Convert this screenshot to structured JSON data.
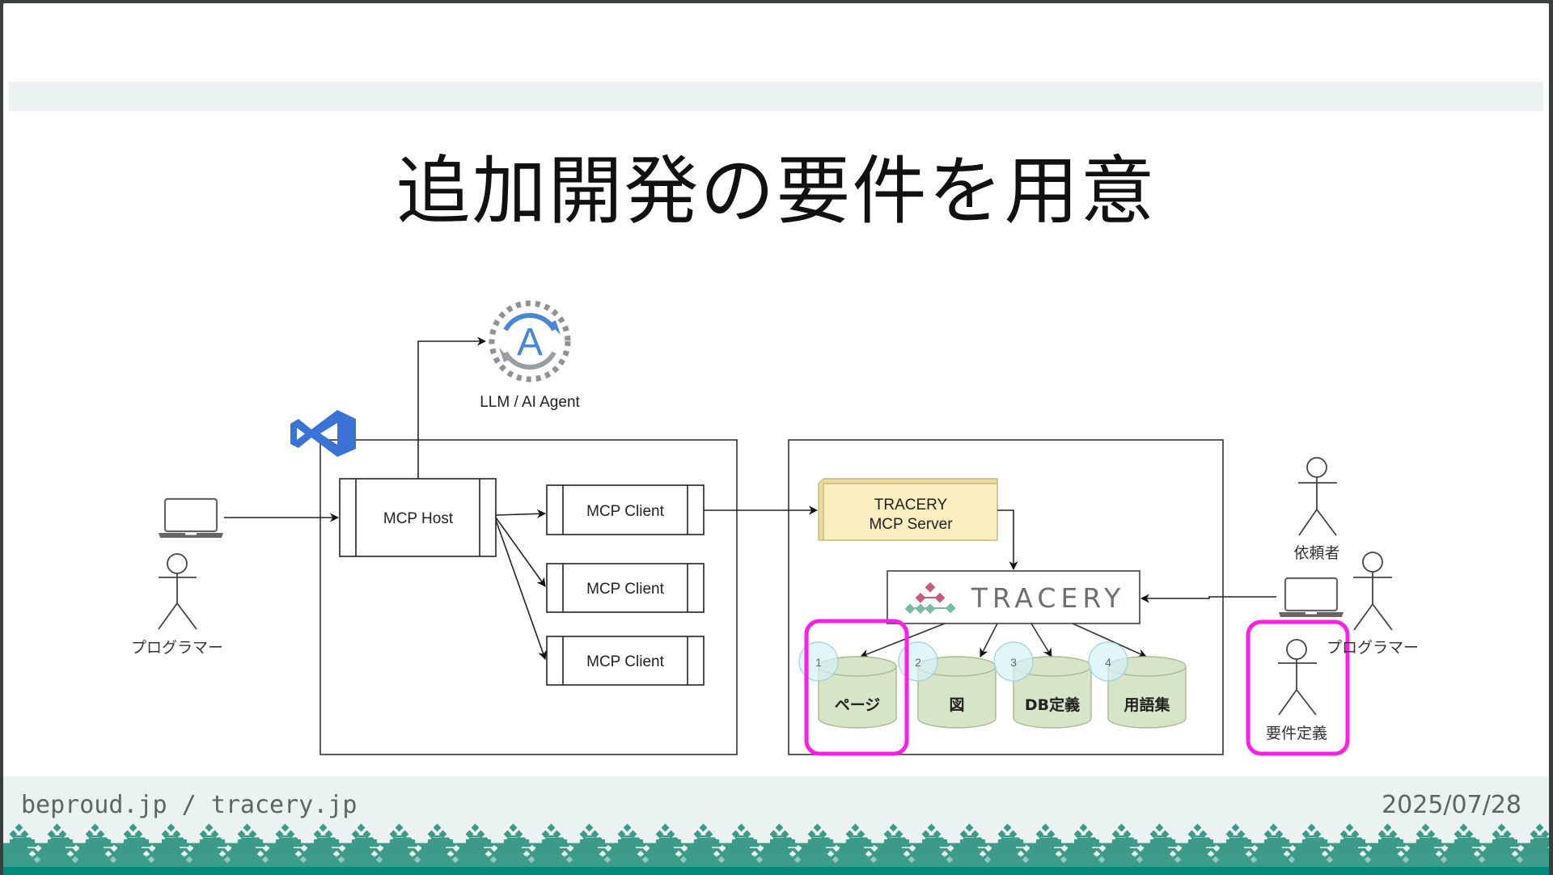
{
  "slide": {
    "title": "追加開発の要件を用意",
    "footer_left": "beproud.jp / tracery.jp",
    "footer_right": "2025/07/28"
  },
  "diagram": {
    "agent": {
      "label": "LLM / AI Agent",
      "icon": "ai-agent-icon",
      "letter": "A"
    },
    "ide_icon": "vscode-icon",
    "host": {
      "label": "MCP Host"
    },
    "clients": [
      {
        "label": "MCP Client"
      },
      {
        "label": "MCP Client"
      },
      {
        "label": "MCP Client"
      }
    ],
    "server": {
      "line1": "TRACERY",
      "line2": "MCP Server"
    },
    "tracery": {
      "label": "TRACERY",
      "icon": "tracery-logo-icon"
    },
    "stores": [
      {
        "num": "1",
        "label": "ページ",
        "highlighted": true
      },
      {
        "num": "2",
        "label": "図",
        "highlighted": false
      },
      {
        "num": "3",
        "label": "DB定義",
        "highlighted": false
      },
      {
        "num": "4",
        "label": "用語集",
        "highlighted": false
      }
    ],
    "actors": {
      "left_programmer": "プログラマー",
      "requester": "依頼者",
      "right_programmer": "プログラマー",
      "requirements": "要件定義"
    },
    "colors": {
      "highlight": "#ff1ee6",
      "server_fill": "#f8eec0",
      "store_fill": "#d8e4c8",
      "badge_fill": "#d6f1f6",
      "vscode_blue": "#3a72d6",
      "tracery_pink": "#c65a7c",
      "tracery_green": "#79bba5",
      "footer_teal": "#3d9a88"
    }
  }
}
